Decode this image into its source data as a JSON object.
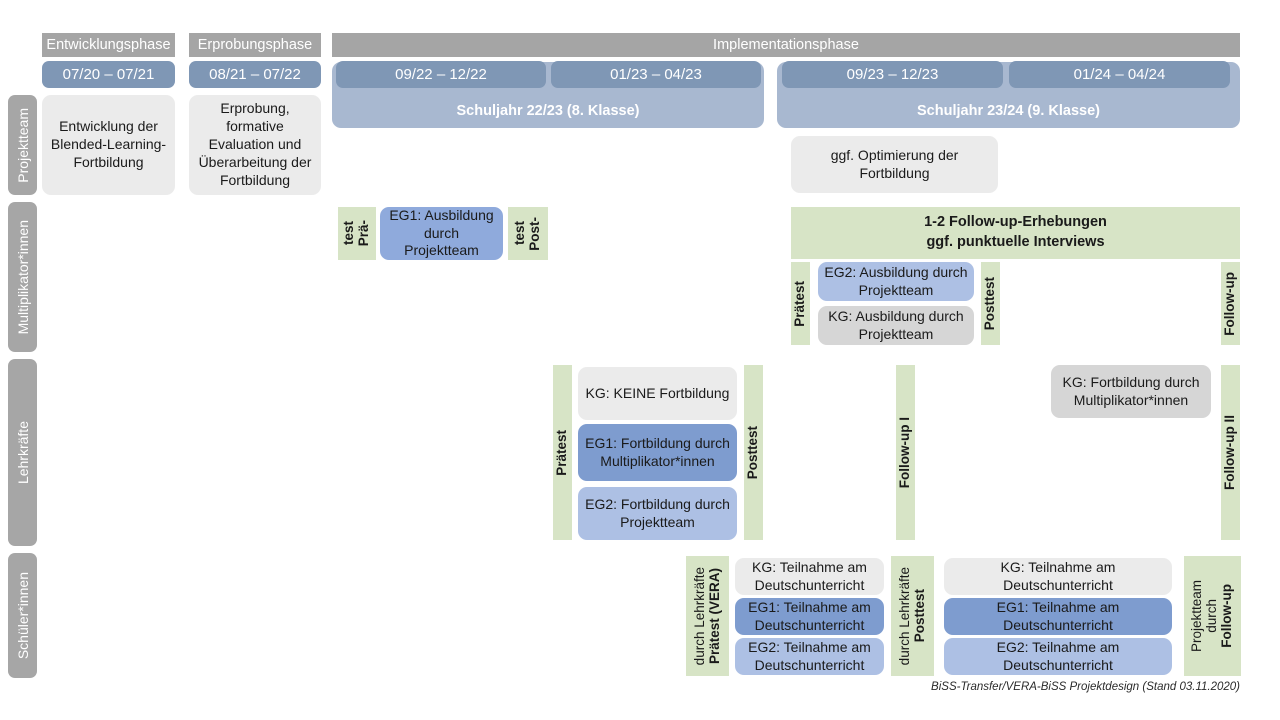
{
  "header": {
    "phases": [
      {
        "label": "Entwicklungsphase"
      },
      {
        "label": "Erprobungsphase"
      },
      {
        "label": "Implementationsphase"
      }
    ],
    "periods": [
      {
        "label": "07/20 – 07/21"
      },
      {
        "label": "08/21 – 07/22"
      },
      {
        "label": "09/22 – 12/22"
      },
      {
        "label": "01/23 – 04/23"
      },
      {
        "label": "09/23 – 12/23"
      },
      {
        "label": "01/24 – 04/24"
      }
    ],
    "schoolyears": [
      {
        "label": "Schuljahr 22/23 (8. Klasse)"
      },
      {
        "label": "Schuljahr 23/24 (9. Klasse)"
      }
    ]
  },
  "rows": {
    "projektteam": {
      "label": "Projektteam"
    },
    "multiplikatorinnen": {
      "label": "Multiplikator*innen"
    },
    "lehrkraefte": {
      "label": "Lehrkräfte"
    },
    "schuelerinnen": {
      "label": "Schüler*innen"
    }
  },
  "projektteam": {
    "entwicklung": "Entwicklung der Blended-Learning-Fortbildung",
    "erprobung": "Erprobung, formative Evaluation und Überarbeitung der Fortbildung",
    "optimierung": "ggf. Optimierung der Fortbildung"
  },
  "multiplikatorinnen": {
    "praetest_line1": "Prä-",
    "praetest_line2": "test",
    "eg1": "EG1: Ausbildung durch Projektteam",
    "posttest_line1": "Post-",
    "posttest_line2": "test",
    "followup_band_line1": "1-2 Follow-up-Erhebungen",
    "followup_band_line2": "ggf. punktuelle Interviews",
    "praetest2": "Prätest",
    "eg2": "EG2: Ausbildung durch Projektteam",
    "kg": "KG: Ausbildung durch Projektteam",
    "posttest2": "Posttest",
    "followup": "Follow-up"
  },
  "lehrkraefte": {
    "praetest": "Prätest",
    "kg_keine": "KG:  KEINE Fortbildung",
    "eg1": "EG1: Fortbildung durch Multiplikator*innen",
    "eg2": "EG2: Fortbildung durch Projektteam",
    "posttest": "Posttest",
    "followup1": "Follow-up I",
    "kg_fortbildung": "KG: Fortbildung durch Multiplikator*innen",
    "followup2": "Follow-up II"
  },
  "schuelerinnen": {
    "praetest_main": "Prätest (VERA)",
    "praetest_sub": "durch Lehrkräfte",
    "kg_1": "KG: Teilnahme am Deutschunterricht",
    "eg1_1": "EG1: Teilnahme am Deutschunterricht",
    "eg2_1": "EG2: Teilnahme am Deutschunterricht",
    "posttest_main": "Posttest",
    "posttest_sub": "durch Lehrkräfte",
    "kg_2": "KG: Teilnahme am Deutschunterricht",
    "eg1_2": "EG1: Teilnahme am Deutschunterricht",
    "eg2_2": "EG2: Teilnahme am Deutschunterricht",
    "followup_main": "Follow-up",
    "followup_sub1": "durch",
    "followup_sub2": "Projektteam"
  },
  "footer": {
    "text": "BiSS-Transfer/VERA-BiSS Projektdesign (Stand 03.11.2020)"
  },
  "colors": {
    "phase_header_grey": "#a5a5a5",
    "period_blue": "#7f97b5",
    "schoolyear_blue": "#a8b8d0",
    "row_label_grey": "#a6a6a6",
    "box_light_grey": "#ebebeb",
    "box_grey": "#d6d6d6",
    "blue_dark": "#7e9ccf",
    "blue_mid": "#8faadc",
    "blue_light": "#adc0e4",
    "green": "#d7e4c6"
  }
}
